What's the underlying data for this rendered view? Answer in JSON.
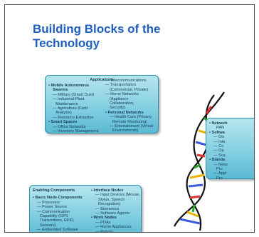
{
  "title_lines": [
    "Building Blocks of the",
    "Technology"
  ],
  "applications": {
    "header": "Applications",
    "left": [
      {
        "t": "• Mobile Autonomous",
        "c": "b"
      },
      {
        "t": "Swarms",
        "c": "b sub"
      },
      {
        "t": "— Military (Smart Dust)",
        "c": "sub"
      },
      {
        "t": "— Industrial-Plant",
        "c": "sub"
      },
      {
        "t": "Maintenance",
        "c": "sub2"
      },
      {
        "t": "— Agriculture (Field",
        "c": "sub"
      },
      {
        "t": "Analysis)",
        "c": "sub2"
      },
      {
        "t": "— Resource Extraction",
        "c": "sub"
      },
      {
        "t": "• Smart Spaces",
        "c": "b"
      },
      {
        "t": "— Office Networks",
        "c": "sub"
      },
      {
        "t": "— Inventory Management",
        "c": "sub"
      }
    ],
    "right": [
      {
        "t": "— Telecommunications",
        "c": ""
      },
      {
        "t": "— Transportation",
        "c": ""
      },
      {
        "t": "(Commercial, Private)",
        "c": "sub"
      },
      {
        "t": "— Home Networks",
        "c": ""
      },
      {
        "t": "(Appliance",
        "c": "sub"
      },
      {
        "t": "Collaboration,",
        "c": "sub"
      },
      {
        "t": "Security)",
        "c": "sub"
      },
      {
        "t": "• Personal Networks",
        "c": "b"
      },
      {
        "t": "— Health Care (Privacy,",
        "c": "sub"
      },
      {
        "t": "Remote Monitoring)",
        "c": "sub2"
      },
      {
        "t": "— Entertainment (Virtual",
        "c": "sub"
      },
      {
        "t": "Environments)",
        "c": "sub2"
      }
    ]
  },
  "enabling": {
    "header": "Enabling Components",
    "left": [
      {
        "t": "• Basic Node Components",
        "c": "b"
      },
      {
        "t": "— Processor",
        "c": "sub"
      },
      {
        "t": "— Power Source",
        "c": "sub"
      },
      {
        "t": "— Communication",
        "c": "sub"
      },
      {
        "t": "Capability (GPS",
        "c": "sub2"
      },
      {
        "t": "Transmitters, RFID,",
        "c": "sub2"
      },
      {
        "t": "Sensors)",
        "c": "sub2"
      },
      {
        "t": "— Embedded Software",
        "c": "sub"
      }
    ],
    "right": [
      {
        "t": "• Interface Nodes",
        "c": "b"
      },
      {
        "t": "— Input Devices (Mouse,",
        "c": "sub"
      },
      {
        "t": "Stylus, Speech",
        "c": "sub2"
      },
      {
        "t": "Recognition)",
        "c": "sub2"
      },
      {
        "t": "— Biometrics",
        "c": "sub"
      },
      {
        "t": "— Software Agents",
        "c": "sub"
      },
      {
        "t": "• Work Nodes",
        "c": "b"
      },
      {
        "t": "— PDAs",
        "c": "sub"
      },
      {
        "t": "— Home Appliances",
        "c": "sub"
      },
      {
        "t": "— Robots",
        "c": "sub"
      }
    ]
  },
  "network": {
    "lines": [
      {
        "t": "• Network",
        "c": "b"
      },
      {
        "t": "PAN",
        "c": "sub2"
      },
      {
        "t": "• Softwa",
        "c": "b"
      },
      {
        "t": "— Dis",
        "c": "sub"
      },
      {
        "t": "— Inte",
        "c": "sub"
      },
      {
        "t": "— Co",
        "c": "sub"
      },
      {
        "t": "— Op",
        "c": "sub"
      },
      {
        "t": "— Sca",
        "c": "sub"
      },
      {
        "t": "• Standa",
        "c": "b"
      },
      {
        "t": "— Netw",
        "c": "sub"
      },
      {
        "t": "Pro",
        "c": "sub2"
      },
      {
        "t": "— Appl",
        "c": "sub"
      },
      {
        "t": "Pro",
        "c": "sub2"
      }
    ]
  }
}
